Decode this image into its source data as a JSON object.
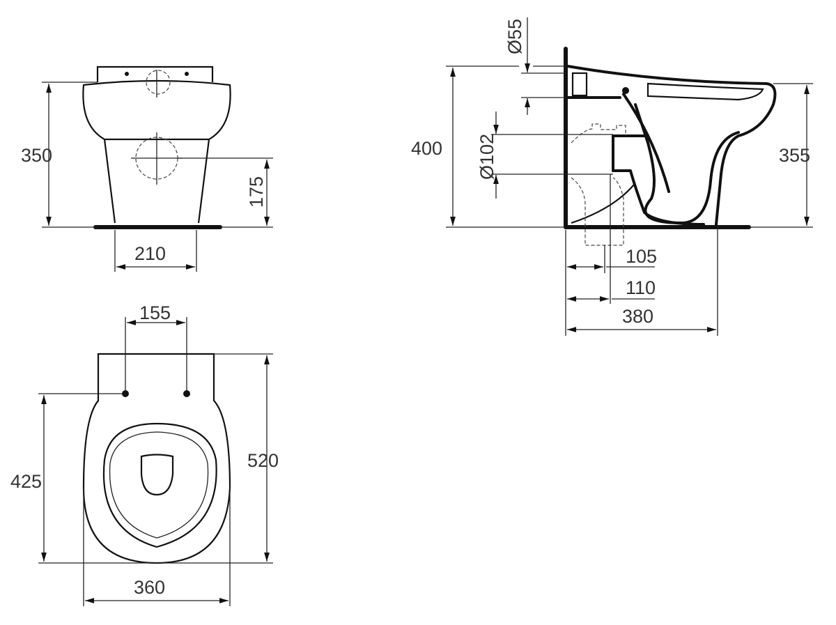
{
  "drawing": {
    "front_view": {
      "height_label": "350",
      "outlet_height_label": "175",
      "base_width_label": "210"
    },
    "top_view": {
      "hole_spacing_label": "155",
      "hole_to_front_label": "425",
      "length_label": "520",
      "width_label": "360"
    },
    "side_view": {
      "overall_height_label": "400",
      "rim_height_label": "355",
      "inlet_diameter_label": "Ø55",
      "outlet_diameter_label": "Ø102",
      "outlet_offset_min_label": "105",
      "outlet_offset_max_label": "110",
      "depth_label": "380"
    }
  },
  "colors": {
    "line": "#111111",
    "text": "#333333",
    "background": "#ffffff"
  }
}
